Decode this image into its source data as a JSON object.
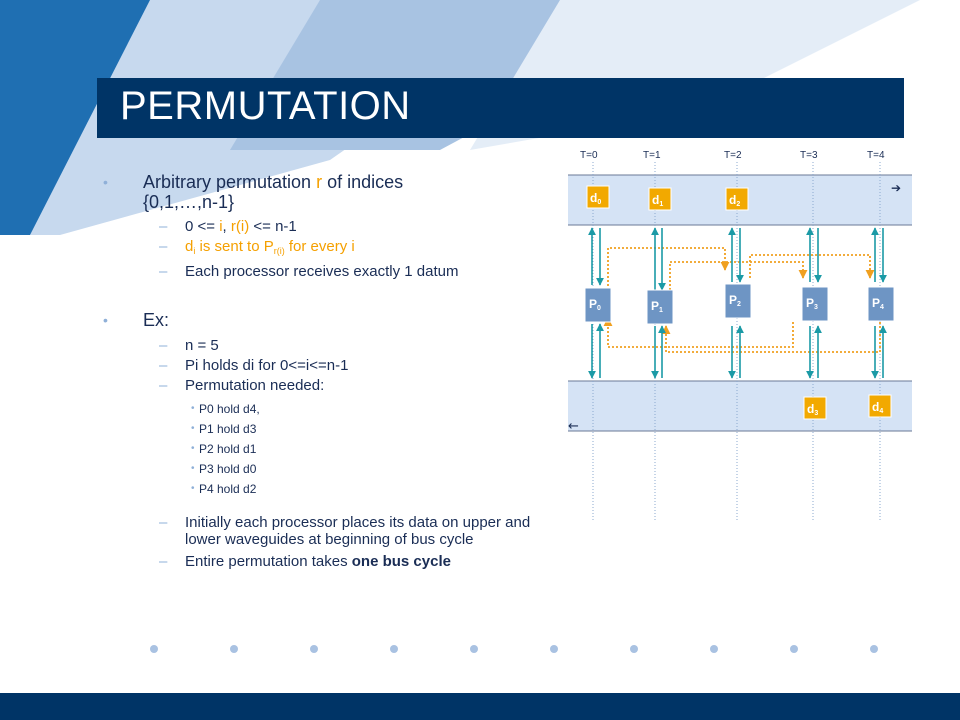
{
  "title": "PERMUTATION",
  "bullets": {
    "b1": {
      "prefix": "Arbitrary permutation ",
      "r": "r",
      "suffix": " of indices",
      "line2": "{0,1,…,n-1}"
    },
    "b1_subs": {
      "s1": {
        "a": "0 <= ",
        "i": "i",
        "comma": ", ",
        "ri": "r(i)",
        "b": " <= n-1"
      },
      "s2": {
        "d": "d",
        "i_sub": "i",
        "mid": " is sent to P",
        "ri_sub": "r(i)",
        "end": " for every i"
      },
      "s3": "Each processor receives exactly 1 datum"
    },
    "b2": "Ex:",
    "b2_subs": {
      "s1": "n = 5",
      "s2": "Pi holds di for 0<=i<=n-1",
      "s3": "Permutation needed:",
      "perm": [
        "P0 hold d4,",
        "P1 hold d3",
        "P2 hold d1",
        "P3 hold d0",
        "P4 hold d2"
      ],
      "s4": "Initially each processor places its data on upper and lower waveguides at beginning of bus cycle",
      "s5_pre": "Entire permutation takes ",
      "s5_bold": "one bus cycle"
    }
  },
  "diagram": {
    "time_labels": [
      "T=0",
      "T=1",
      "T=2",
      "T=3",
      "T=4"
    ],
    "top_data": [
      {
        "d": "d",
        "s": "0"
      },
      {
        "d": "d",
        "s": "1"
      },
      {
        "d": "d",
        "s": "2"
      }
    ],
    "bottom_data": [
      {
        "d": "d",
        "s": "3"
      },
      {
        "d": "d",
        "s": "4"
      }
    ],
    "processors": [
      {
        "p": "P",
        "s": "0"
      },
      {
        "p": "P",
        "s": "1"
      },
      {
        "p": "P",
        "s": "2"
      },
      {
        "p": "P",
        "s": "3"
      },
      {
        "p": "P",
        "s": "4"
      }
    ],
    "arrow_right": "➔",
    "arrow_left": "←",
    "colors": {
      "navy": "#003466",
      "processor": "#6e95c4",
      "data": "#f2a900",
      "teal": "#1b9aa6",
      "waveguide": "#d5e3f5",
      "route": "#f0a020"
    }
  }
}
